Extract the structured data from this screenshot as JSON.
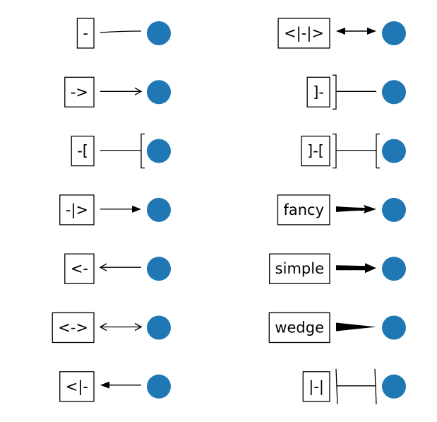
{
  "figure": {
    "background": "#ffffff",
    "point_color": "#1f77b4",
    "line_color": "#000000"
  },
  "columns": [
    {
      "items": [
        {
          "label": "-",
          "style": "-"
        },
        {
          "label": "->",
          "style": "->"
        },
        {
          "label": "-[",
          "style": "-["
        },
        {
          "label": "-|>",
          "style": "-|>"
        },
        {
          "label": "<-",
          "style": "<-"
        },
        {
          "label": "<->",
          "style": "<->"
        },
        {
          "label": "<|-",
          "style": "<|-"
        }
      ]
    },
    {
      "items": [
        {
          "label": "<|-|>",
          "style": "<|-|>"
        },
        {
          "label": "]-",
          "style": "]-"
        },
        {
          "label": "]-[",
          "style": "]-["
        },
        {
          "label": "fancy",
          "style": "fancy"
        },
        {
          "label": "simple",
          "style": "simple"
        },
        {
          "label": "wedge",
          "style": "wedge"
        },
        {
          "label": "|-|",
          "style": "|-|"
        }
      ]
    }
  ]
}
